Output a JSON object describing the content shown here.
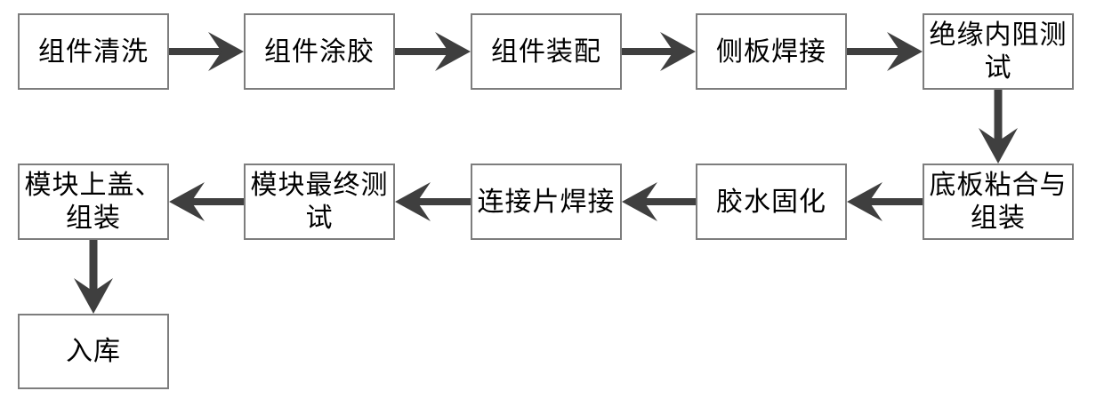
{
  "diagram": {
    "type": "flowchart",
    "background_color": "#ffffff",
    "box_border_color": "#7d7d7d",
    "arrow_color": "#3f3f3f",
    "text_color": "#000000",
    "nodes": [
      {
        "id": "component-cleaning",
        "label": "组件清洗"
      },
      {
        "id": "component-gluing",
        "label": "组件涂胶"
      },
      {
        "id": "component-assembly",
        "label": "组件装配"
      },
      {
        "id": "side-panel-welding",
        "label": "侧板焊接"
      },
      {
        "id": "insulation-resistance-test",
        "label": "绝缘内阻测\n试"
      },
      {
        "id": "bottom-plate-bonding-assembly",
        "label": "底板粘合与\n组装"
      },
      {
        "id": "glue-curing",
        "label": "胶水固化"
      },
      {
        "id": "connecting-strip-welding",
        "label": "连接片焊接"
      },
      {
        "id": "module-final-test",
        "label": "模块最终测\n试"
      },
      {
        "id": "module-top-cover-assembly",
        "label": "模块上盖、\n组装"
      },
      {
        "id": "warehousing",
        "label": "入库"
      }
    ],
    "edges": [
      {
        "from": "component-cleaning",
        "to": "component-gluing",
        "direction": "right"
      },
      {
        "from": "component-gluing",
        "to": "component-assembly",
        "direction": "right"
      },
      {
        "from": "component-assembly",
        "to": "side-panel-welding",
        "direction": "right"
      },
      {
        "from": "side-panel-welding",
        "to": "insulation-resistance-test",
        "direction": "right"
      },
      {
        "from": "insulation-resistance-test",
        "to": "bottom-plate-bonding-assembly",
        "direction": "down"
      },
      {
        "from": "bottom-plate-bonding-assembly",
        "to": "glue-curing",
        "direction": "left"
      },
      {
        "from": "glue-curing",
        "to": "connecting-strip-welding",
        "direction": "left"
      },
      {
        "from": "connecting-strip-welding",
        "to": "module-final-test",
        "direction": "left"
      },
      {
        "from": "module-final-test",
        "to": "module-top-cover-assembly",
        "direction": "left"
      },
      {
        "from": "module-top-cover-assembly",
        "to": "warehousing",
        "direction": "down"
      }
    ]
  }
}
